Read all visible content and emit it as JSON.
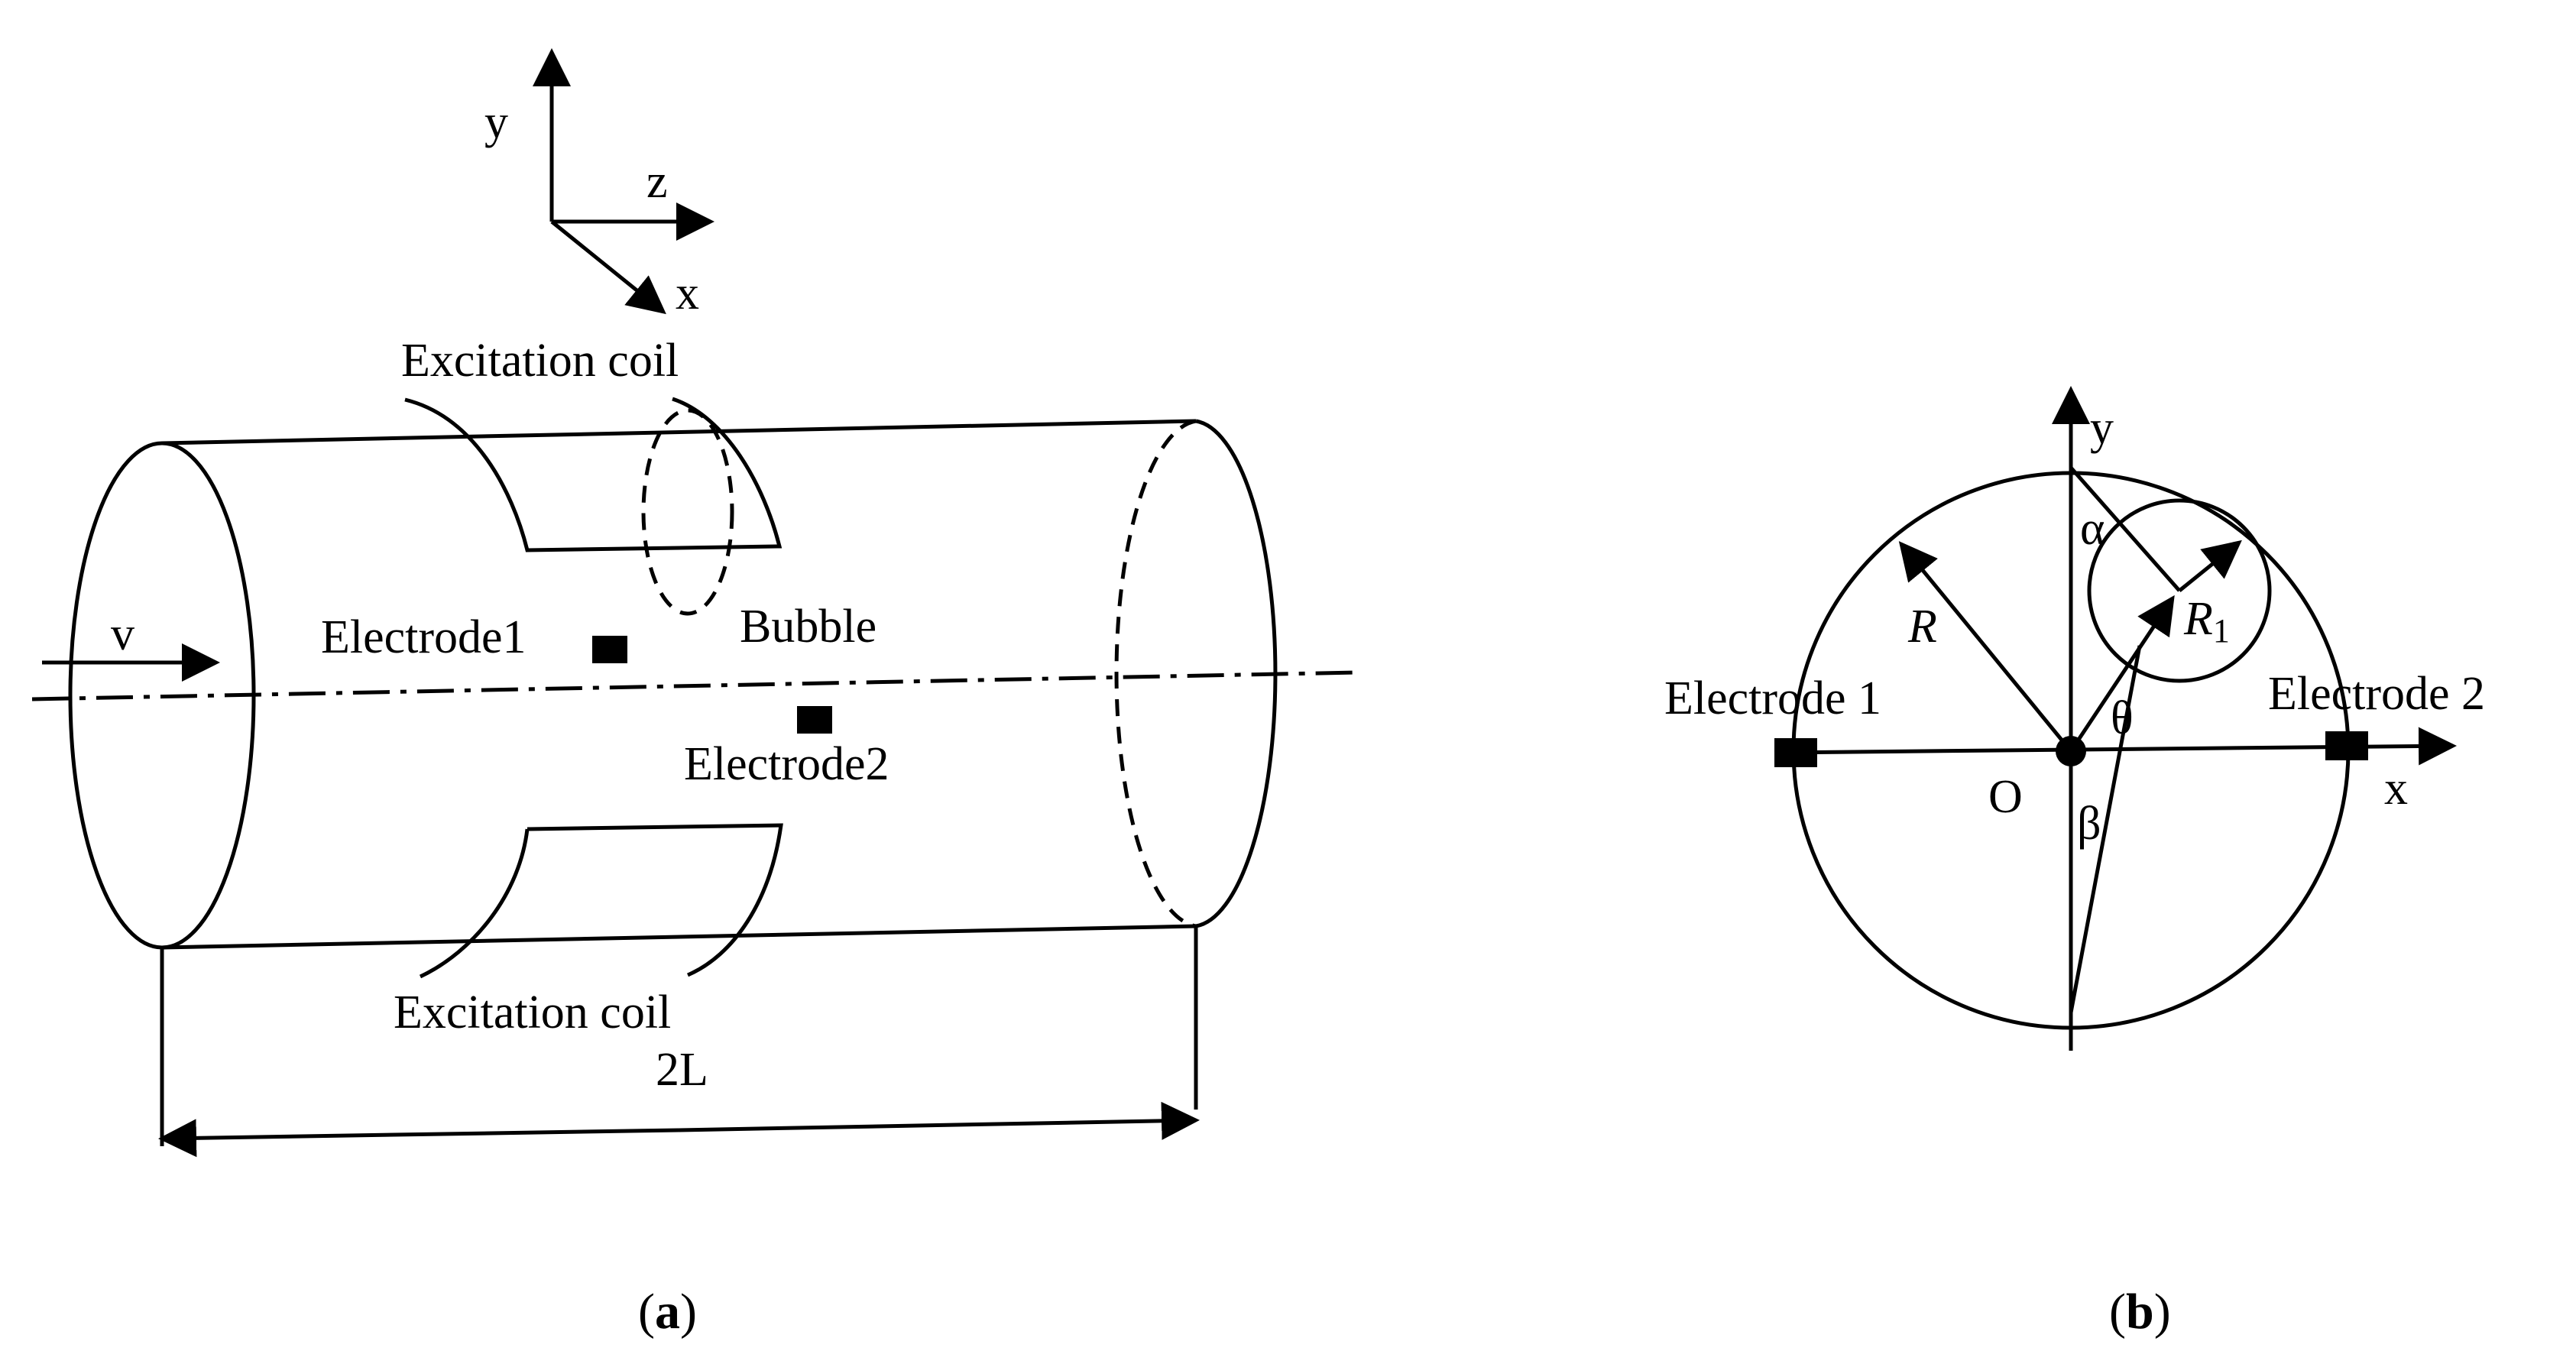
{
  "panel_a": {
    "axes": {
      "x": "x",
      "y": "y",
      "z": "z"
    },
    "velocity_label": "v",
    "coil_top_label": "Excitation coil",
    "coil_bottom_label": "Excitation coil",
    "electrode1_label": "Electrode1",
    "electrode2_label": "Electrode2",
    "bubble_label": "Bubble",
    "length_label": "2L",
    "caption_open": "(",
    "caption_letter": "a",
    "caption_close": ")"
  },
  "panel_b": {
    "axis_x": "x",
    "axis_y": "y",
    "origin": "O",
    "radius_label": "R",
    "bubble_radius_label": "R",
    "bubble_radius_subscript": "1",
    "alpha": "α",
    "theta": "θ",
    "beta": "β",
    "electrode1_label": "Electrode 1",
    "electrode2_label": "Electrode 2",
    "caption_open": "(",
    "caption_letter": "b",
    "caption_close": ")"
  }
}
